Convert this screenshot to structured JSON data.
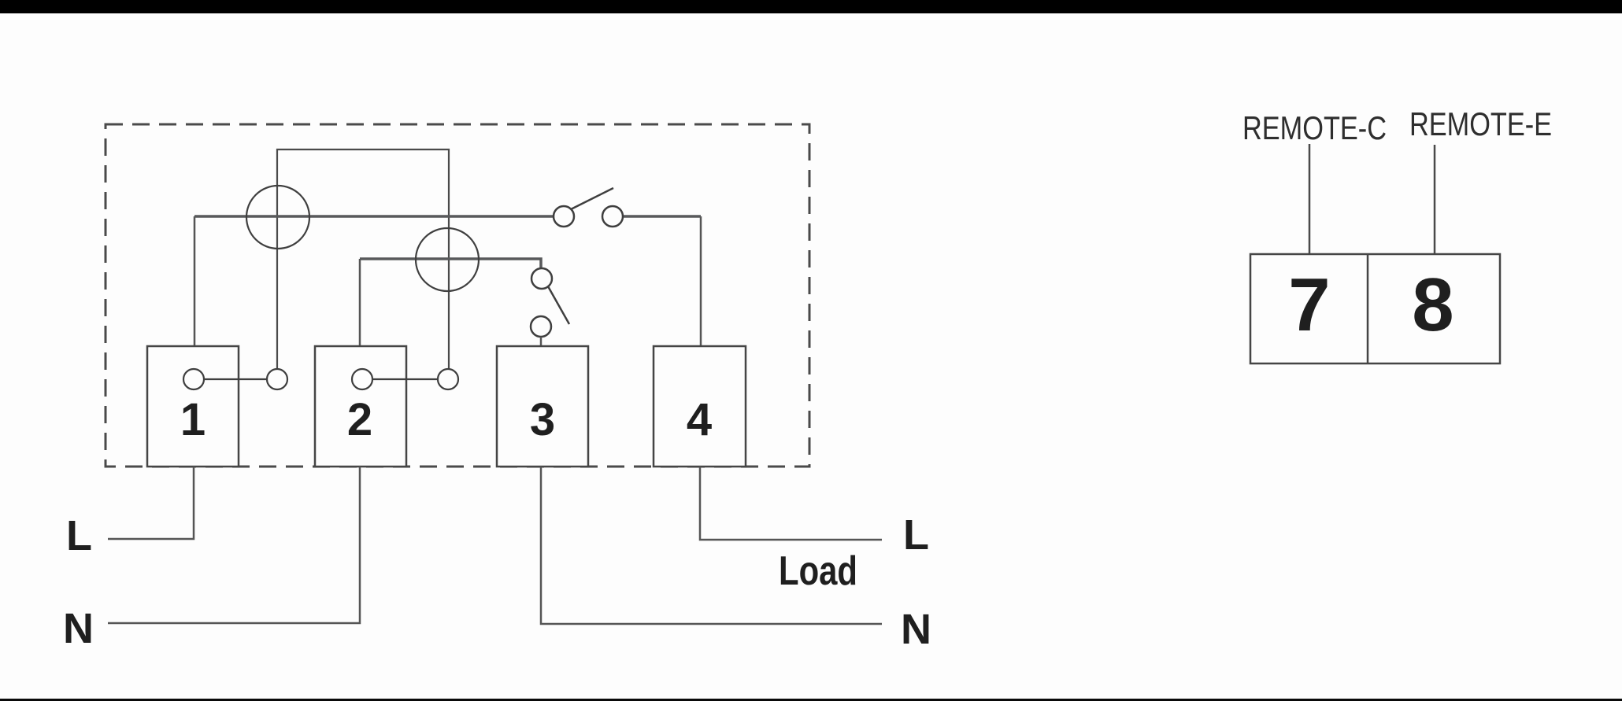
{
  "colors": {
    "background": "#fdfdfd",
    "letterbox": "#000000",
    "line": "#4a4a4a",
    "wire": "#58595b",
    "text": "#1f1f1f"
  },
  "device": {
    "terminals": [
      {
        "label": "1"
      },
      {
        "label": "2"
      },
      {
        "label": "3"
      },
      {
        "label": "4"
      }
    ]
  },
  "supply": {
    "live": "L",
    "neutral": "N"
  },
  "load": {
    "live": "L",
    "neutral": "N",
    "label": "Load"
  },
  "remote": {
    "c_label": "REMOTE-C",
    "e_label": "REMOTE-E",
    "terminals": [
      {
        "label": "7"
      },
      {
        "label": "8"
      }
    ]
  }
}
